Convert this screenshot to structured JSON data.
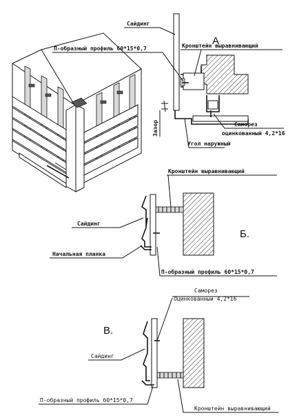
{
  "top": {
    "siding": "Сайдинг",
    "letter": "А",
    "bracket": "Кронштейн выравнивающий",
    "profile": "П-образный профиль 60*15*0,7",
    "screw1": "Саморез",
    "screw2": "оцинкованный 4,2*16",
    "gap": "Зазор",
    "corner": "Угол наружный"
  },
  "middle": {
    "bracket": "Кронштейн выравнивающий",
    "siding": "Сайдинг",
    "letter": "Б.",
    "start_strip": "Начальная планка",
    "profile": "П-образный профиль 60*15*0,7"
  },
  "bottom": {
    "screw1": "Саморез",
    "screw2": "Оцинкованный 4,2*16",
    "letter": "В.",
    "siding": "Сайдинг",
    "profile": "П-образный профиль 60*15*0,7",
    "bracket": "Кронштейн выравнивающий"
  }
}
